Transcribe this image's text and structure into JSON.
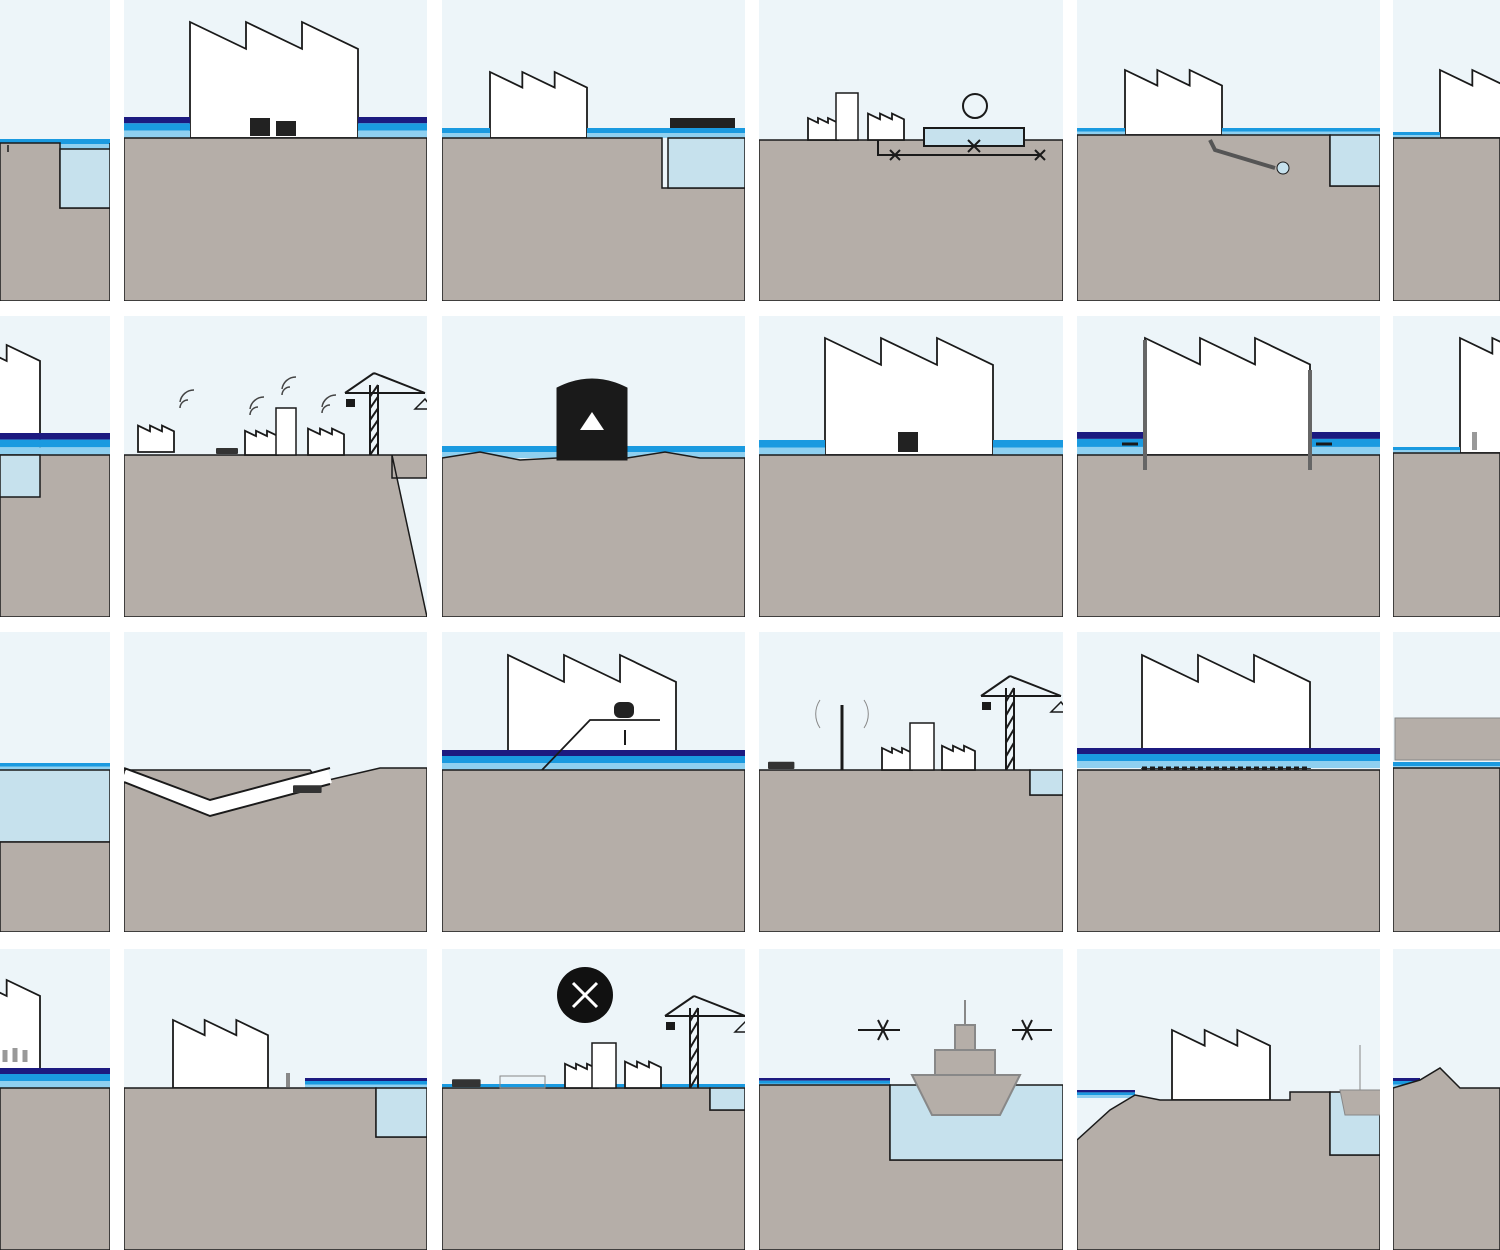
{
  "colors": {
    "sky": "#edf5f9",
    "ground": "#b5aea8",
    "water_light": "#c6e1ed",
    "band_dark": "#1c1a80",
    "band_bright": "#1a9ae0",
    "band_pale": "#8fd0f0",
    "outline": "#1a1a1a",
    "building": "#ffffff",
    "ship": "#b5aea8"
  },
  "panels": [
    {
      "row": 1,
      "col": 1,
      "icons": [
        "level-arrow-icon"
      ]
    },
    {
      "row": 1,
      "col": 2,
      "icons": [
        "factory-icon",
        "generator-icon"
      ]
    },
    {
      "row": 1,
      "col": 3,
      "icons": [
        "factory-icon",
        "floating-platform-icon"
      ]
    },
    {
      "row": 1,
      "col": 4,
      "icons": [
        "factory-icon",
        "water-drop-icon",
        "blocked-pipe-icon"
      ]
    },
    {
      "row": 1,
      "col": 5,
      "icons": [
        "factory-icon",
        "drain-pipe-icon"
      ]
    },
    {
      "row": 1,
      "col": 6,
      "icons": [
        "factory-icon"
      ]
    },
    {
      "row": 2,
      "col": 1,
      "icons": [
        "factory-icon"
      ]
    },
    {
      "row": 2,
      "col": 2,
      "icons": [
        "factory-icon",
        "wifi-icon",
        "crane-icon"
      ]
    },
    {
      "row": 2,
      "col": 3,
      "icons": [
        "shelter-icon"
      ]
    },
    {
      "row": 2,
      "col": 4,
      "icons": [
        "factory-icon",
        "generator-icon"
      ]
    },
    {
      "row": 2,
      "col": 5,
      "icons": [
        "factory-icon",
        "flood-wall-icon"
      ]
    },
    {
      "row": 2,
      "col": 6,
      "icons": [
        "factory-icon",
        "person-icon"
      ]
    },
    {
      "row": 3,
      "col": 1,
      "icons": [
        "water-icon"
      ]
    },
    {
      "row": 3,
      "col": 2,
      "icons": [
        "tunnel-icon",
        "truck-icon"
      ]
    },
    {
      "row": 3,
      "col": 3,
      "icons": [
        "factory-icon",
        "tank-icon"
      ]
    },
    {
      "row": 3,
      "col": 4,
      "icons": [
        "antenna-icon",
        "crane-icon",
        "factory-icon"
      ]
    },
    {
      "row": 3,
      "col": 5,
      "icons": [
        "factory-icon",
        "flood-barrier-icon"
      ]
    },
    {
      "row": 3,
      "col": 6,
      "icons": [
        "truck-icon"
      ]
    },
    {
      "row": 4,
      "col": 1,
      "icons": [
        "factory-icon",
        "people-icon"
      ]
    },
    {
      "row": 4,
      "col": 2,
      "icons": [
        "factory-icon",
        "person-icon"
      ]
    },
    {
      "row": 4,
      "col": 3,
      "icons": [
        "no-evacuation-icon",
        "crane-icon",
        "factory-icon"
      ]
    },
    {
      "row": 4,
      "col": 4,
      "icons": [
        "ship-icon",
        "no-access-icon"
      ]
    },
    {
      "row": 4,
      "col": 5,
      "icons": [
        "factory-icon",
        "ship-icon"
      ]
    },
    {
      "row": 4,
      "col": 6,
      "icons": [
        "dike-icon"
      ]
    }
  ]
}
